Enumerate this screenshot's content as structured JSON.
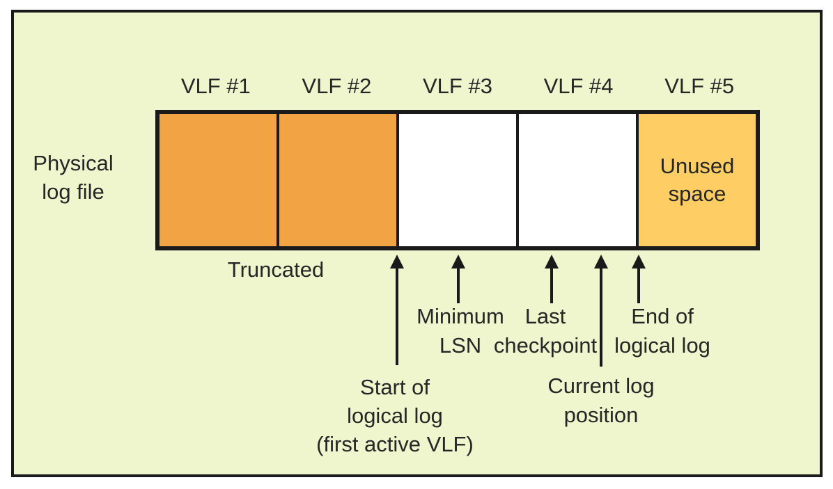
{
  "colors": {
    "canvas_bg": "#eff5cc",
    "frame_border": "#1a1a1a",
    "active_vlf_fill": "#f2a444",
    "free_vlf_fill": "#ffffff",
    "unused_vlf_fill": "#fecd63",
    "text": "#262626"
  },
  "physical_log_file": {
    "lines": [
      "Physical",
      "log file"
    ]
  },
  "vlf_headers": [
    "VLF #1",
    "VLF #2",
    "VLF #3",
    "VLF #4",
    "VLF #5"
  ],
  "unused_space": {
    "lines": [
      "Unused",
      "space"
    ]
  },
  "truncated_label": "Truncated",
  "annotations": {
    "start_of_logical_log": {
      "lines": [
        "Start of",
        "logical log",
        "(first active VLF)"
      ]
    },
    "minimum_lsn": {
      "lines": [
        "Minimum",
        "LSN"
      ]
    },
    "last_checkpoint": {
      "lines": [
        "Last",
        "checkpoint"
      ]
    },
    "current_log_position": {
      "lines": [
        "Current log",
        "position"
      ]
    },
    "end_of_logical_log": {
      "lines": [
        "End of",
        "logical log"
      ]
    }
  }
}
